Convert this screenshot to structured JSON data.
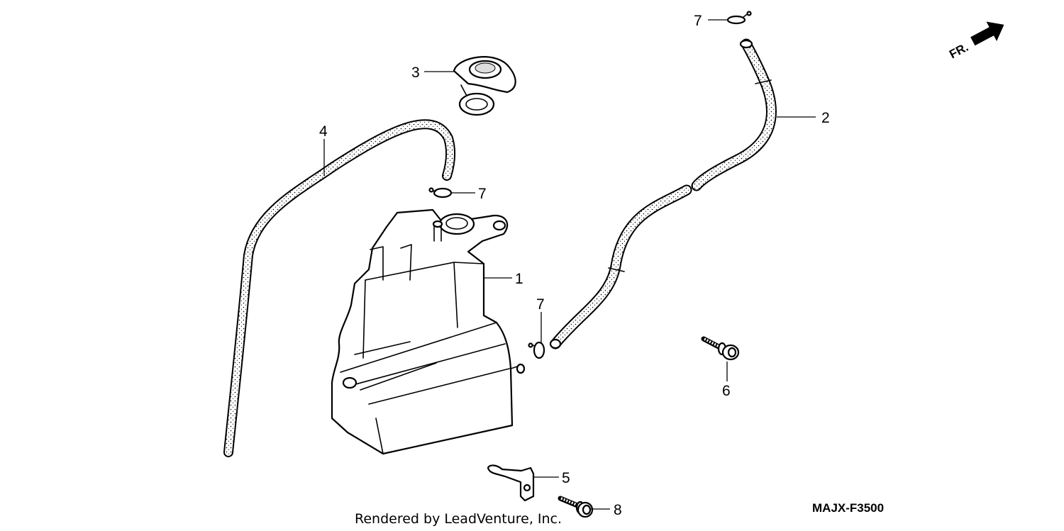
{
  "diagram": {
    "callouts": {
      "p1": "1",
      "p2": "2",
      "p3": "3",
      "p4": "4",
      "p5": "5",
      "p6": "6",
      "p7a": "7",
      "p7b": "7",
      "p7c": "7",
      "p8": "8"
    },
    "direction_label": "FR.",
    "diagram_code": "MAJX-F3500",
    "credit": "Rendered by LeadVenture, Inc."
  }
}
